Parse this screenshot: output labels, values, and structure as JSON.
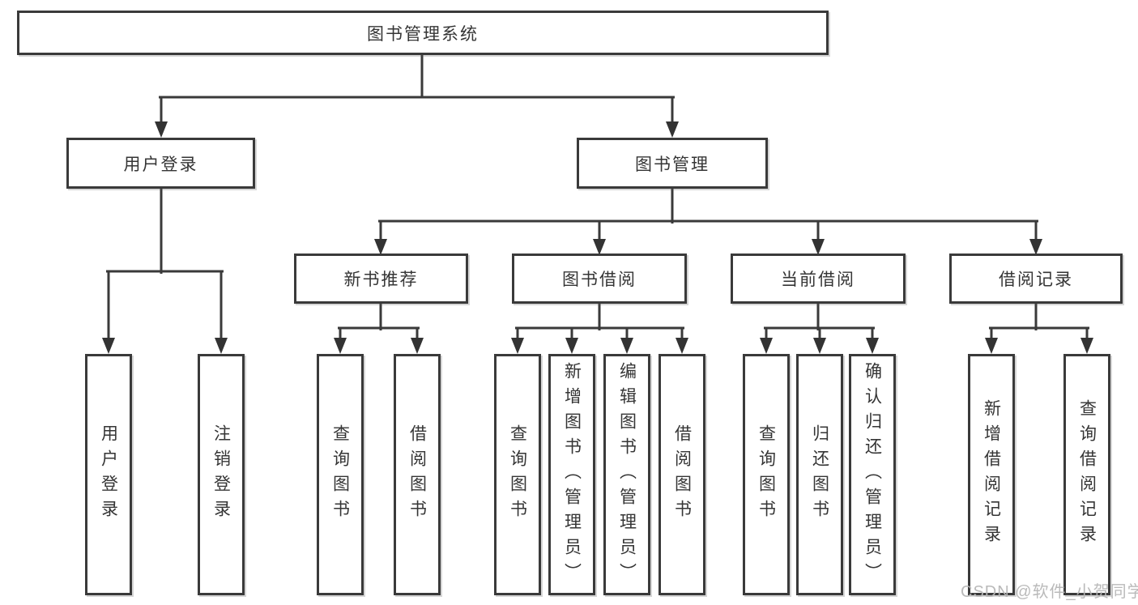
{
  "diagram_title": "图书管理系统",
  "watermark": "CSDN @软件_小贺同学",
  "colors": {
    "line": "#3a3a3a",
    "box_border": "#3a3a3a",
    "box_fill": "#ffffff",
    "text": "#353535",
    "watermark": "#b6b6b6",
    "background": "#ffffff"
  },
  "tree": {
    "label": "图书管理系统",
    "children": [
      {
        "label": "用户登录",
        "children": [
          {
            "label": "用户登录"
          },
          {
            "label": "注销登录"
          }
        ]
      },
      {
        "label": "图书管理",
        "children": [
          {
            "label": "新书推荐",
            "children": [
              {
                "label": "查询图书"
              },
              {
                "label": "借阅图书"
              }
            ]
          },
          {
            "label": "图书借阅",
            "children": [
              {
                "label": "查询图书"
              },
              {
                "label": "新增图书（管理员）"
              },
              {
                "label": "编辑图书（管理员）"
              },
              {
                "label": "借阅图书"
              }
            ]
          },
          {
            "label": "当前借阅",
            "children": [
              {
                "label": "查询图书"
              },
              {
                "label": "归还图书"
              },
              {
                "label": "确认归还（管理员）"
              }
            ]
          },
          {
            "label": "借阅记录",
            "children": [
              {
                "label": "新增借阅记录"
              },
              {
                "label": "查询借阅记录"
              }
            ]
          }
        ]
      }
    ]
  }
}
